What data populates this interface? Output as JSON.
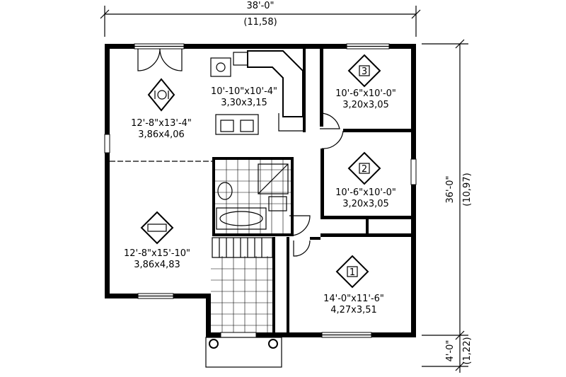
{
  "dimensions": {
    "overall_width_imperial": "38'-0\"",
    "overall_width_metric": "(11,58)",
    "overall_depth_imperial": "36'-0\"",
    "overall_depth_metric": "(10,97)",
    "porch_depth_imperial": "4'-0\"",
    "porch_depth_metric": "(1,22)"
  },
  "rooms": {
    "dining": {
      "icon": "dining-icon",
      "size_imperial": "12'-8\"x13'-4\"",
      "size_metric": "3,86x4,06"
    },
    "kitchen": {
      "size_imperial": "10'-10\"x10'-4\"",
      "size_metric": "3,30x3,15"
    },
    "bedroom3": {
      "icon": "bed-3-icon",
      "icon_label": "3",
      "size_imperial": "10'-6\"x10'-0\"",
      "size_metric": "3,20x3,05"
    },
    "bedroom2": {
      "icon": "bed-2-icon",
      "icon_label": "2",
      "size_imperial": "10'-6\"x10'-0\"",
      "size_metric": "3,20x3,05"
    },
    "living": {
      "icon": "sofa-icon",
      "size_imperial": "12'-8\"x15'-10\"",
      "size_metric": "3,86x4,83"
    },
    "bedroom1": {
      "icon": "bed-1-icon",
      "icon_label": "1",
      "size_imperial": "14'-0\"x11'-6\"",
      "size_metric": "4,27x3,51"
    }
  }
}
